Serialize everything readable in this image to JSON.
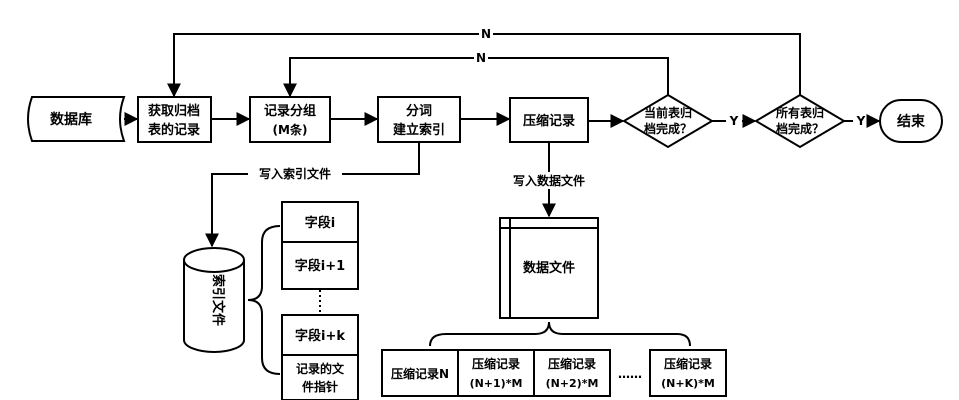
{
  "nodes": {
    "database": "数据库",
    "fetch_line1": "获取归档",
    "fetch_line2": "表的记录",
    "group_line1": "记录分组",
    "group_line2": "(M条)",
    "tokenize_line1": "分词",
    "tokenize_line2": "建立索引",
    "compress": "压缩记录",
    "current_done_line1": "当前表归",
    "current_done_line2": "档完成？",
    "all_done_line1": "所有表归",
    "all_done_line2": "档完成？",
    "end": "结束",
    "index_file": "索引文件",
    "data_file": "数据文件"
  },
  "edge_labels": {
    "write_index": "写入索引文件",
    "write_data": "写入数据文件",
    "yes1": "Y",
    "yes2": "Y",
    "no_outer": "N",
    "no_inner": "N"
  },
  "index_fields": {
    "field_i": "字段i",
    "field_i1": "字段i+1",
    "field_ik": "字段i+k",
    "pointer_line1": "记录的文",
    "pointer_line2": "件指针"
  },
  "records": {
    "rec_n": "压缩记录N",
    "rec_n1_line1": "压缩记录",
    "rec_n1_line2": "(N+1)*M",
    "rec_n2_line1": "压缩记录",
    "rec_n2_line2": "(N+2)*M",
    "ellipsis": "……",
    "rec_nk_line1": "压缩记录",
    "rec_nk_line2": "(N+K)*M"
  }
}
